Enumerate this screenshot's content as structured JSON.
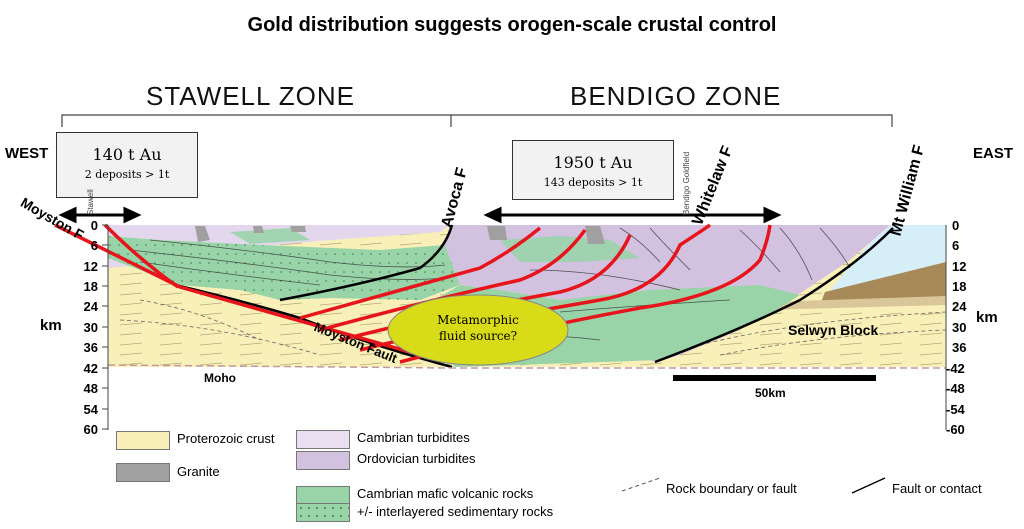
{
  "title": "Gold distribution suggests orogen-scale crustal control",
  "zones": {
    "stawell": "STAWELL ZONE",
    "bendigo": "BENDIGO ZONE"
  },
  "sides": {
    "west": "WEST",
    "east": "EAST"
  },
  "depth_unit": "km",
  "depth_ticks_left": [
    "0",
    "6",
    "12",
    "18",
    "24",
    "30",
    "36",
    "42",
    "48",
    "54",
    "60"
  ],
  "depth_ticks_right": [
    "0",
    "6",
    "12",
    "18",
    "24",
    "30",
    "36",
    "-42",
    "-48",
    "-54",
    "-60"
  ],
  "stawell_box": {
    "amount": "140 t Au",
    "deposits": "2 deposits > 1t",
    "vertical_label": "Stawell"
  },
  "bendigo_box": {
    "amount": "1950 t Au",
    "deposits": "143 deposits > 1t",
    "vertical_label": "Bendigo Goldfield"
  },
  "faults": {
    "moyston_f": "Moyston F",
    "avoca_f": "Avoca F",
    "whitelaw_f": "Whitelaw F",
    "mt_william_f": "Mt William F",
    "moyston_fault": "Moyston Fault"
  },
  "labels": {
    "moho": "Moho",
    "metamorphic": [
      "Metamorphic",
      "fluid source?"
    ],
    "selwyn": "Selwyn Block",
    "scale": "50km"
  },
  "legend": {
    "proterozoic": "Proterozoic crust",
    "granite": "Granite",
    "cambrian_turbidites": "Cambrian turbidites",
    "ordovician_turbidites": "Ordovician turbidites",
    "mafic_line1": "Cambrian mafic volcanic rocks",
    "mafic_line2": "+/- interlayered sedimentary rocks",
    "rock_boundary": "Rock boundary or fault",
    "fault_contact": "Fault or contact"
  },
  "colors": {
    "proterozoic": "#f8f0b8",
    "granite": "#a0a0a0",
    "cambrian_turbidites": "#eadff0",
    "ordovician_turbidites": "#d2c2e0",
    "mafic": "#98d4a8",
    "gold_fault": "#e8141c",
    "fluid_source": "#d8dc18",
    "ocean_blue": "#d6eef8",
    "brown": "#a88a5a"
  }
}
